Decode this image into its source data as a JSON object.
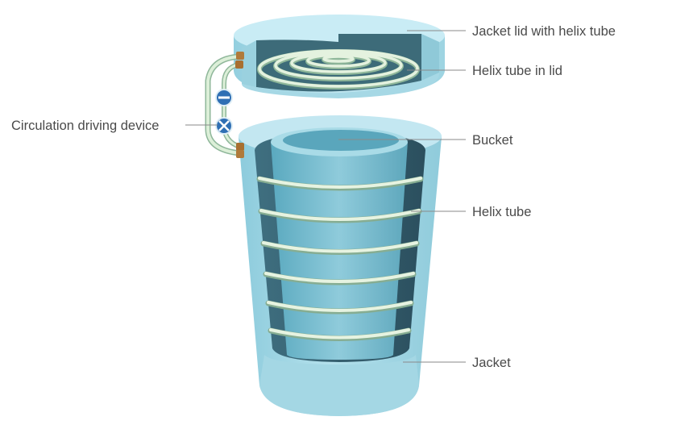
{
  "callouts": {
    "jacket_lid": "Jacket lid with helix tube",
    "helix_tube_lid": "Helix tube in lid",
    "circulation_device": "Circulation driving device",
    "bucket": "Bucket",
    "helix_tube": "Helix tube",
    "jacket": "Jacket"
  },
  "colors": {
    "jacket": "#a8dbe8",
    "jacket_dark": "#7ec3d6",
    "bucket": "#6fb9cc",
    "bucket_light": "#9fd3e0",
    "tube": "#dfeedb",
    "tube_shadow": "#9fc3a8",
    "valve": "#2f6fb4",
    "fitting": "#b07a3a"
  },
  "icons": [
    "pump-valve-icon",
    "shutoff-valve-icon"
  ]
}
